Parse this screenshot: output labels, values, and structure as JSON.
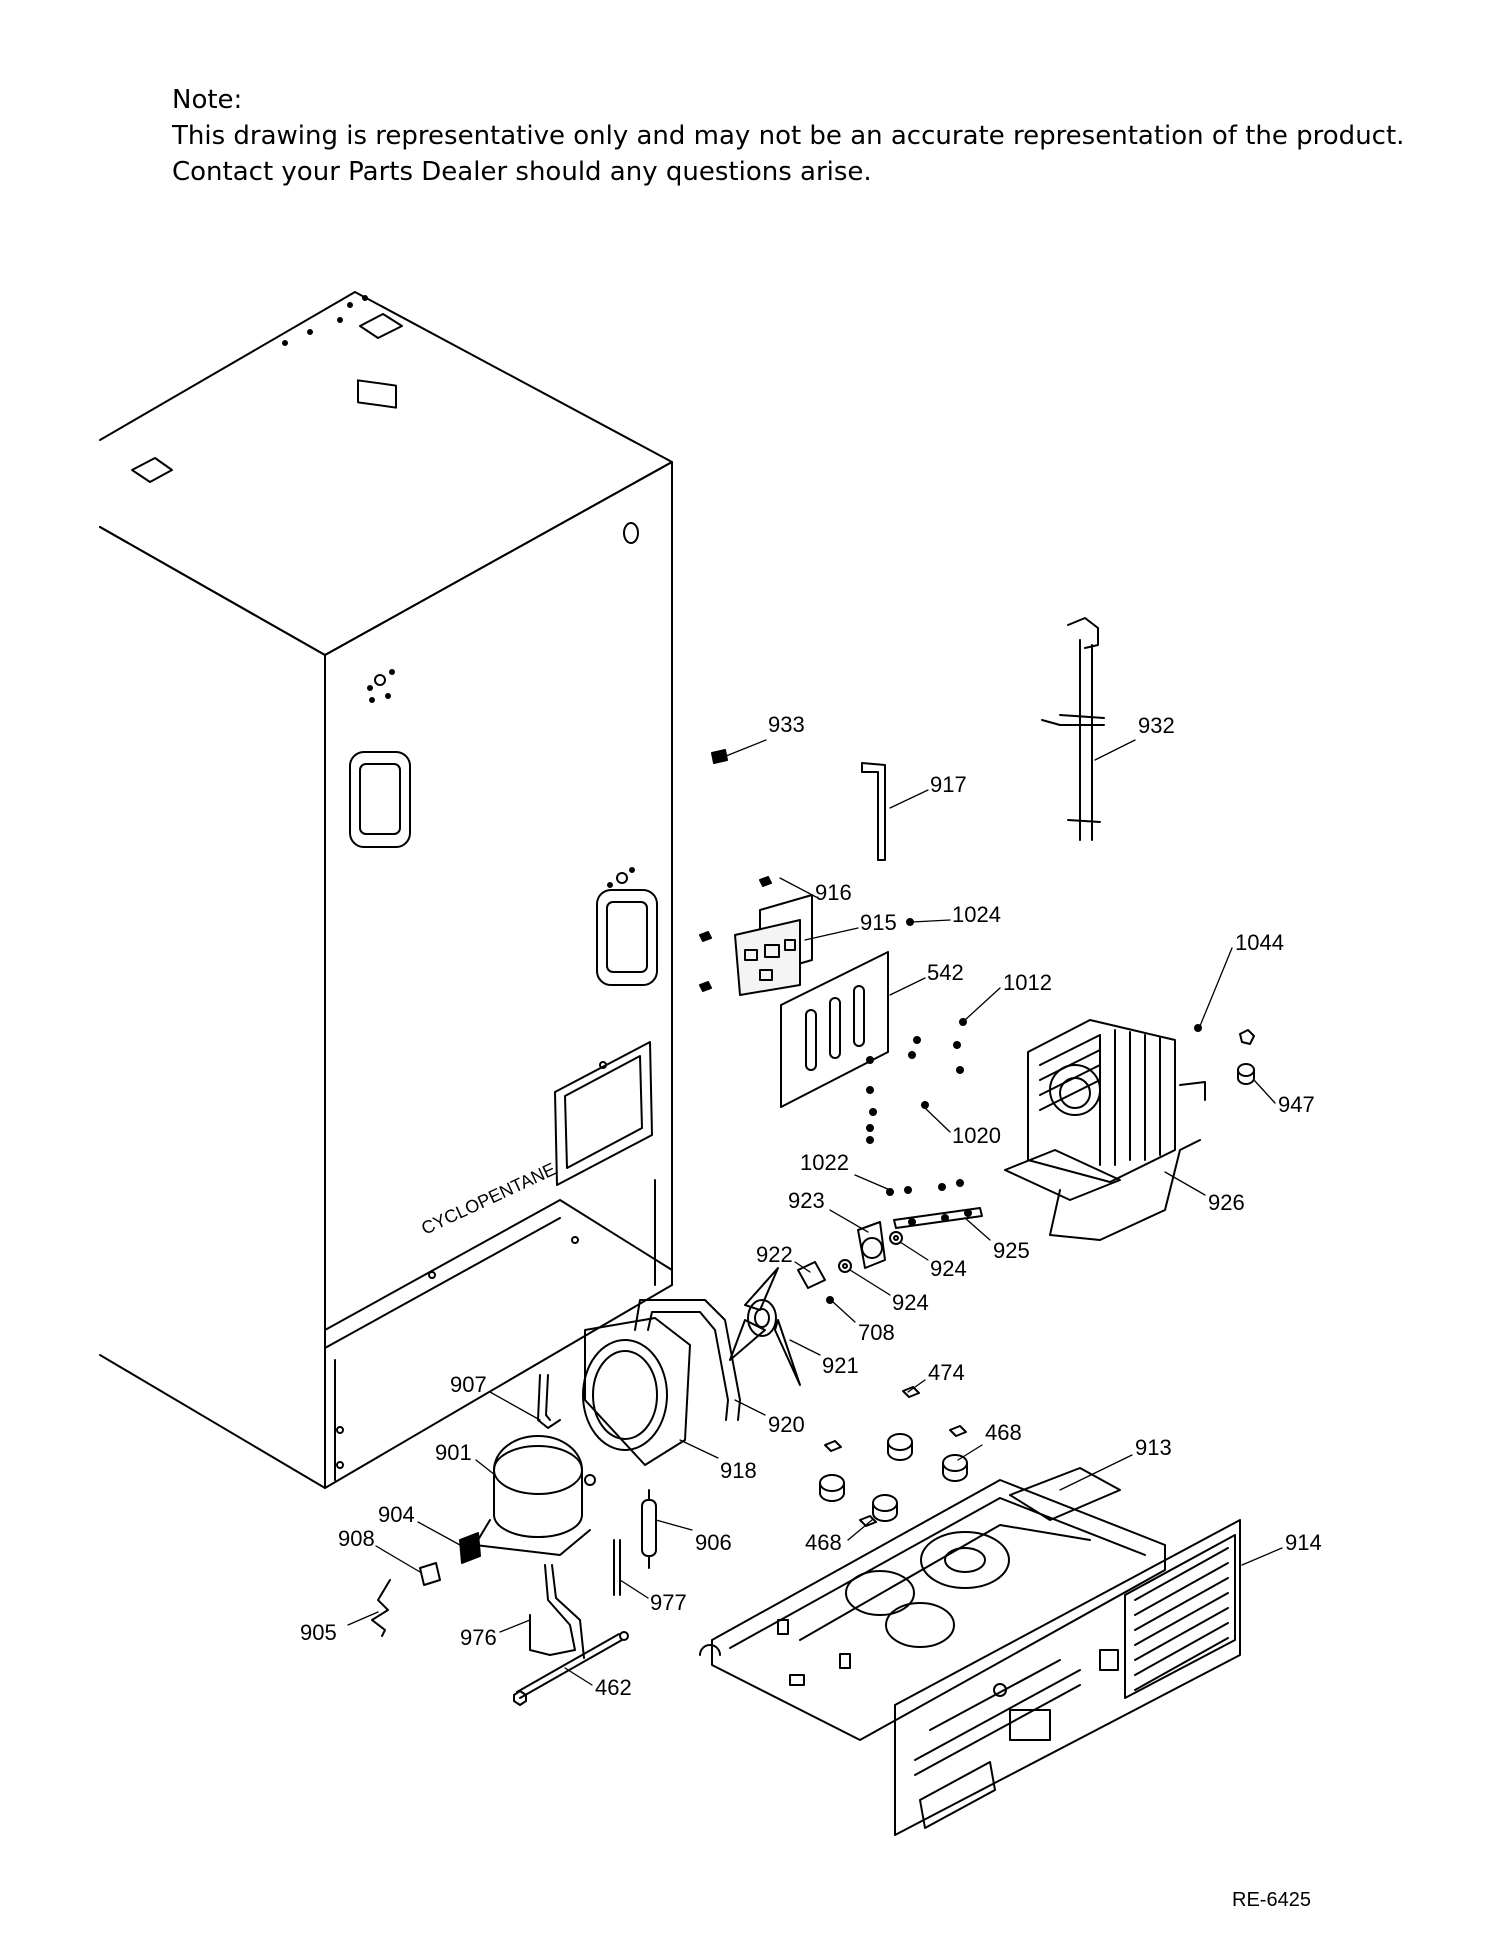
{
  "note": {
    "heading": "Note:",
    "line1": "This drawing is representative only and may not be an accurate representation of the product.",
    "line2": "Contact your Parts Dealer should any questions arise."
  },
  "cabinet_marking": "CYCLOPENTANE",
  "reference_code": "RE-6425",
  "callouts": {
    "c933": "933",
    "c932": "932",
    "c917": "917",
    "c916": "916",
    "c915": "915",
    "c1024": "1024",
    "c542": "542",
    "c1012": "1012",
    "c1044": "1044",
    "c947": "947",
    "c1020": "1020",
    "c926": "926",
    "c1022": "1022",
    "c923": "923",
    "c925": "925",
    "c924a": "924",
    "c922": "922",
    "c924b": "924",
    "c708": "708",
    "c921": "921",
    "c474": "474",
    "c907": "907",
    "c920": "920",
    "c468a": "468",
    "c913": "913",
    "c901": "901",
    "c918": "918",
    "c904": "904",
    "c906": "906",
    "c468b": "468",
    "c914": "914",
    "c908": "908",
    "c977": "977",
    "c905": "905",
    "c976": "976",
    "c462": "462"
  }
}
